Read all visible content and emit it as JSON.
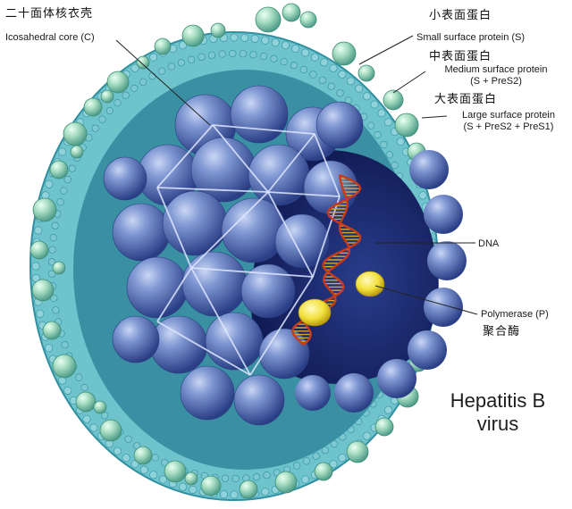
{
  "colors": {
    "envelope": "#6fc3cc",
    "envelope_dark": "#2f8fa0",
    "capsid": "#4f6db0",
    "capsid_light": "#9bb0de",
    "core_interior": "#1f2f78",
    "dna_strand": "#c83a1a",
    "dna_rung": "#d8a830",
    "polymerase": "#f2e03a",
    "surface_bead": "#9fd8b8"
  },
  "labels": {
    "capsid_zh": "二十面体核衣壳",
    "capsid_en": "Icosahedral core (C)",
    "small_zh": "小表面蛋白",
    "small_en": "Small surface protein (S)",
    "medium_zh": "中表面蛋白",
    "medium_en_1": "Medium surface protein",
    "medium_en_2": "(S + PreS2)",
    "large_zh": "大表面蛋白",
    "large_en_1": "Large surface protein",
    "large_en_2": "(S + PreS2 + PreS1)",
    "dna": "DNA",
    "polymerase_en": "Polymerase (P)",
    "polymerase_zh": "聚合酶"
  },
  "title": {
    "line1": "Hepatitis B",
    "line2": "virus"
  }
}
